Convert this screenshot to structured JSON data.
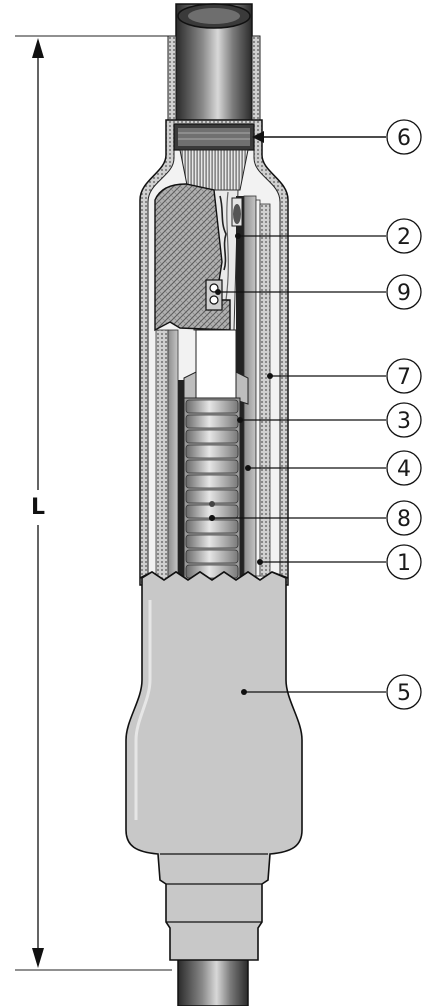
{
  "dimension": {
    "label": "L"
  },
  "callouts": [
    {
      "id": "6",
      "label": "6"
    },
    {
      "id": "2",
      "label": "2"
    },
    {
      "id": "9",
      "label": "9"
    },
    {
      "id": "7",
      "label": "7"
    },
    {
      "id": "3",
      "label": "3"
    },
    {
      "id": "4",
      "label": "4"
    },
    {
      "id": "8",
      "label": "8"
    },
    {
      "id": "1",
      "label": "1"
    },
    {
      "id": "5",
      "label": "5"
    }
  ]
}
